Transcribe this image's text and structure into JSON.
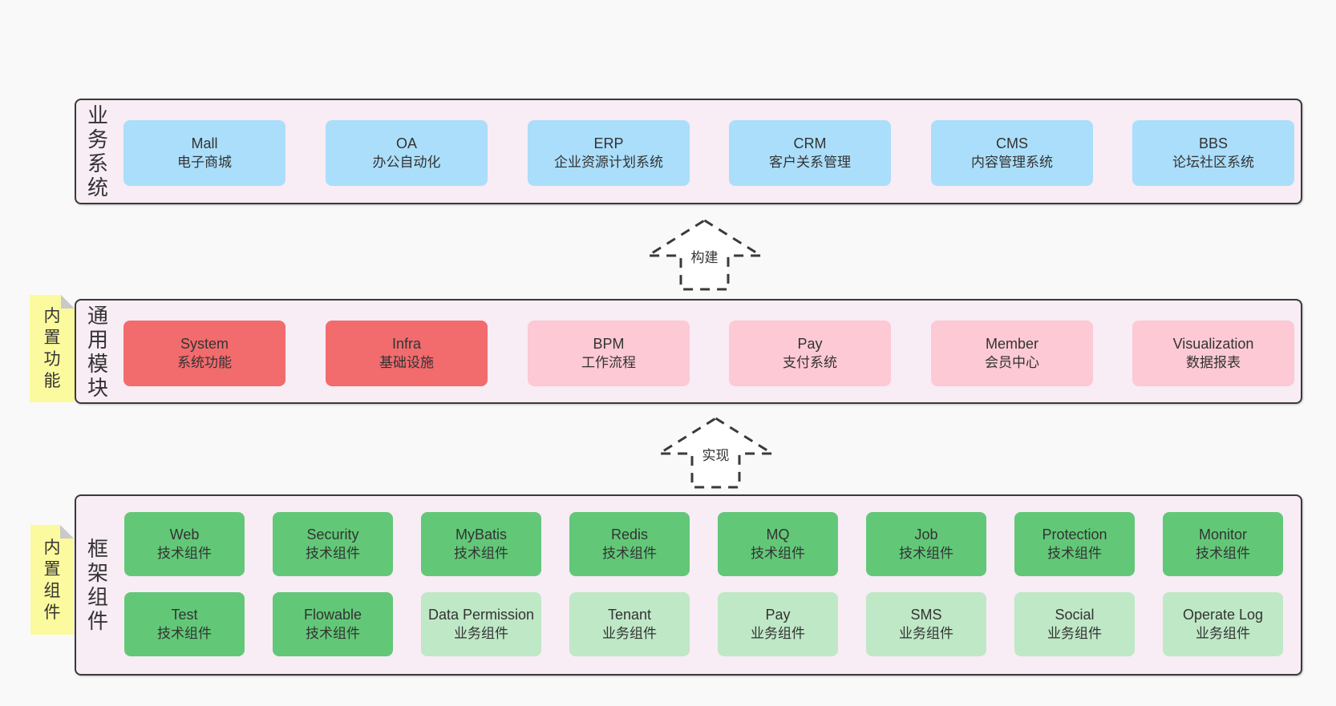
{
  "colors": {
    "page_bg": "#f9f9f9",
    "band_bg": "#f8ecf5",
    "band_border": "#3a3a3a",
    "blue": "#abdefa",
    "red": "#f26b6d",
    "pink": "#fcc9d4",
    "green_dark": "#62c878",
    "green_light": "#bfe8c6",
    "sticky_yellow": "#fbfa9e",
    "text": "#333333"
  },
  "arrows": [
    {
      "label": "构建"
    },
    {
      "label": "实现"
    }
  ],
  "bands": [
    {
      "label": "业务系统",
      "boxes": [
        {
          "en": "Mall",
          "zh": "电子商城"
        },
        {
          "en": "OA",
          "zh": "办公自动化"
        },
        {
          "en": "ERP",
          "zh": "企业资源计划系统"
        },
        {
          "en": "CRM",
          "zh": "客户关系管理"
        },
        {
          "en": "CMS",
          "zh": "内容管理系统"
        },
        {
          "en": "BBS",
          "zh": "论坛社区系统"
        }
      ]
    },
    {
      "label": "通用模块",
      "sticky": "内置功能",
      "boxes": [
        {
          "en": "System",
          "zh": "系统功能"
        },
        {
          "en": "Infra",
          "zh": "基础设施"
        },
        {
          "en": "BPM",
          "zh": "工作流程"
        },
        {
          "en": "Pay",
          "zh": "支付系统"
        },
        {
          "en": "Member",
          "zh": "会员中心"
        },
        {
          "en": "Visualization",
          "zh": "数据报表"
        }
      ]
    },
    {
      "label": "框架组件",
      "sticky": "内置组件",
      "rows": [
        [
          {
            "en": "Web",
            "zh": "技术组件"
          },
          {
            "en": "Security",
            "zh": "技术组件"
          },
          {
            "en": "MyBatis",
            "zh": "技术组件"
          },
          {
            "en": "Redis",
            "zh": "技术组件"
          },
          {
            "en": "MQ",
            "zh": "技术组件"
          },
          {
            "en": "Job",
            "zh": "技术组件"
          },
          {
            "en": "Protection",
            "zh": "技术组件"
          },
          {
            "en": "Monitor",
            "zh": "技术组件"
          }
        ],
        [
          {
            "en": "Test",
            "zh": "技术组件"
          },
          {
            "en": "Flowable",
            "zh": "技术组件"
          },
          {
            "en": "Data Permission",
            "zh": "业务组件"
          },
          {
            "en": "Tenant",
            "zh": "业务组件"
          },
          {
            "en": "Pay",
            "zh": "业务组件"
          },
          {
            "en": "SMS",
            "zh": "业务组件"
          },
          {
            "en": "Social",
            "zh": "业务组件"
          },
          {
            "en": "Operate Log",
            "zh": "业务组件"
          }
        ]
      ]
    }
  ]
}
